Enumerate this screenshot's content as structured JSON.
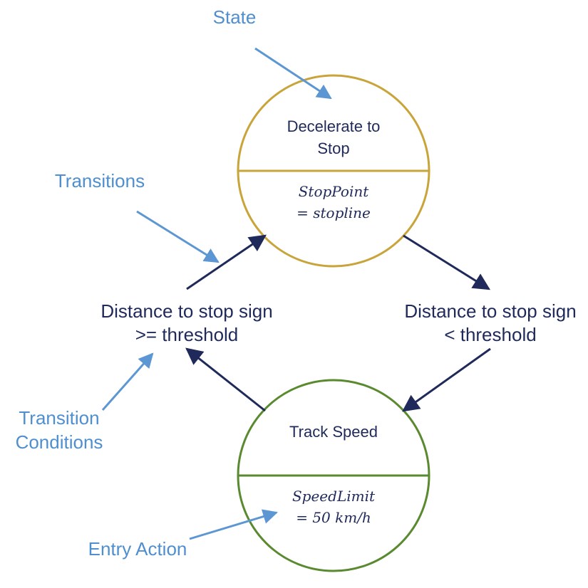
{
  "annotations": {
    "state": "State",
    "transitions": "Transitions",
    "transition_conditions_line1": "Transition",
    "transition_conditions_line2": "Conditions",
    "entry_action": "Entry Action"
  },
  "states": {
    "decelerate": {
      "name_line1": "Decelerate to",
      "name_line2": "Stop",
      "action_line1": "StopPoint",
      "action_line2": "= stopline"
    },
    "track_speed": {
      "name": "Track Speed",
      "action_line1": "SpeedLimit",
      "action_line2": "= 50 km/h"
    }
  },
  "conditions": {
    "left_line1": "Distance to stop sign",
    "left_line2": ">= threshold",
    "right_line1": "Distance to stop sign",
    "right_line2": "< threshold"
  },
  "colors": {
    "state_top_border": "#c8a43a",
    "state_bottom_border": "#5a8a2f",
    "dark_arrow": "#1f2a5a",
    "annotation": "#4f8fcf"
  }
}
